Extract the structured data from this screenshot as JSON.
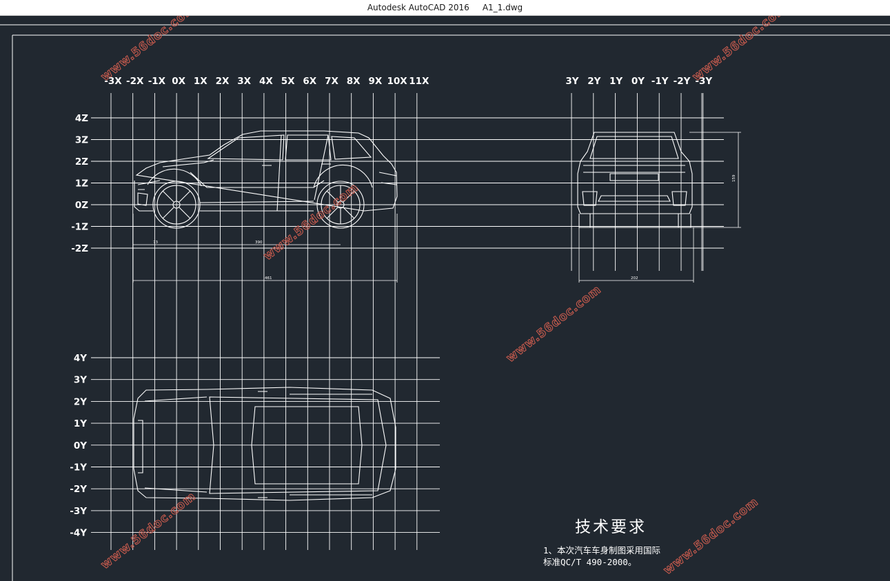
{
  "window": {
    "title": "Autodesk AutoCAD 2016     A1_1.dwg"
  },
  "colors": {
    "background": "#212830",
    "grid": "#ffffff",
    "lines": "#ffffff",
    "watermark": "#c55a4d"
  },
  "side_view": {
    "x_labels": [
      "-3X",
      "-2X",
      "-1X",
      "0X",
      "1X",
      "2X",
      "3X",
      "4X",
      "5X",
      "6X",
      "7X",
      "8X",
      "9X",
      "10X",
      "11X"
    ],
    "z_labels": [
      "4Z",
      "3Z",
      "2Z",
      "1Z",
      "0Z",
      "-1Z",
      "-2Z"
    ],
    "dimensions": [
      "73",
      "390",
      "461"
    ]
  },
  "front_view": {
    "y_labels": [
      "3Y",
      "2Y",
      "1Y",
      "0Y",
      "-1Y",
      "-2Y",
      "-3Y"
    ],
    "dimensions": [
      "202",
      "159"
    ]
  },
  "top_view": {
    "y_labels": [
      "4Y",
      "3Y",
      "2Y",
      "1Y",
      "0Y",
      "-1Y",
      "-2Y",
      "-3Y",
      "-4Y"
    ]
  },
  "notes": {
    "title": "技术要求",
    "lines": [
      "1、本次汽车车身制图采用国际",
      "标准QC/T 490-2000。"
    ]
  },
  "watermark": "www.56doc.com"
}
